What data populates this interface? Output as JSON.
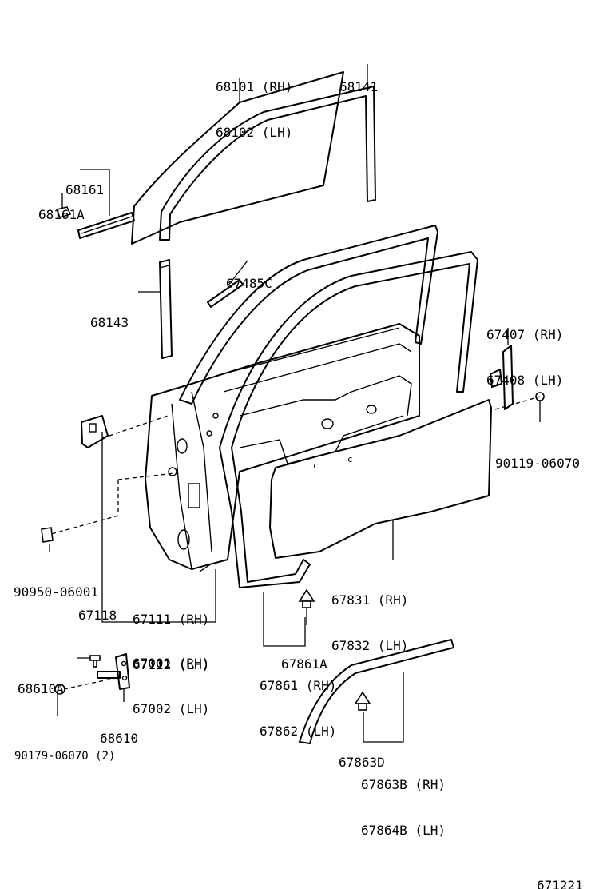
{
  "diagram": {
    "labels": {
      "l68101": "68101 (RH)",
      "l68102": "68102 (LH)",
      "l68141": "68141",
      "l68161": "68161",
      "l68161A": "68161A",
      "l67485C": "67485C",
      "l68143": "68143",
      "l67407": "67407 (RH)",
      "l67408": "67408 (LH)",
      "l90119": "90119-06070",
      "l90950": "90950-06001",
      "l67118": "67118",
      "l67111": "67111 (RH)",
      "l67112": "67112 (LH)",
      "l67831": "67831 (RH)",
      "l67832": "67832 (LH)",
      "l67861A": "67861A",
      "l67001": "67001 (RH)",
      "l67002": "67002 (LH)",
      "l68610A": "68610A",
      "l67861": "67861 (RH)",
      "l67862": "67862 (LH)",
      "l68610": "68610",
      "l90179": "90179-06070 (2)",
      "l67863D": "67863D",
      "l67863B": "67863B (RH)",
      "l67864B": "67864B (LH)",
      "figure_number": "671221"
    }
  }
}
